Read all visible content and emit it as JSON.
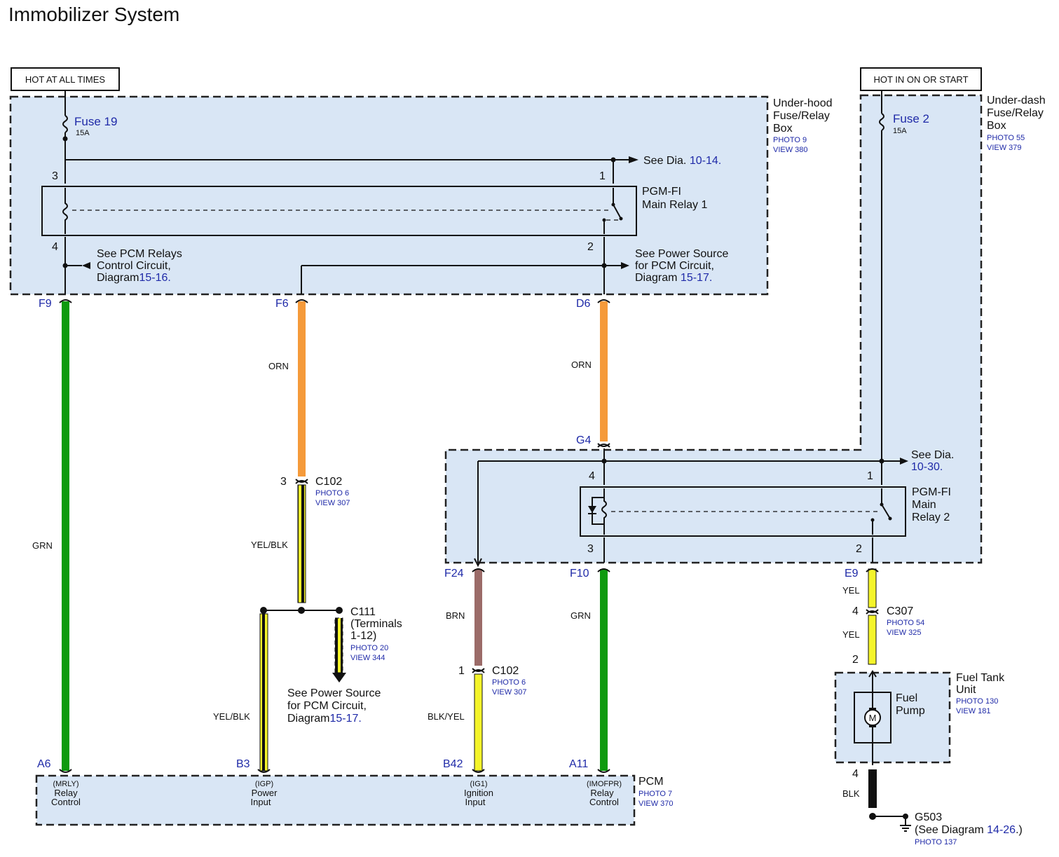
{
  "title": "Immobilizer System",
  "hot_labels": {
    "left": "HOT AT ALL TIMES",
    "right": "HOT IN ON OR START"
  },
  "underhood": {
    "name_lines": [
      "Under-hood",
      "Fuse/Relay",
      "Box"
    ],
    "photo": "PHOTO 9",
    "view": "VIEW 380",
    "fuse_name": "Fuse 19",
    "fuse_rating": "15A",
    "see_dia_prefix": "See Dia.",
    "see_dia_ref": "10-14",
    "relay_lines": [
      "PGM-FI",
      "Main Relay 1"
    ],
    "pins": {
      "p3": "3",
      "p1": "1",
      "p4": "4",
      "p2": "2"
    },
    "note_pcm_relays": [
      "See PCM Relays",
      "Control Circuit,",
      "Diagram"
    ],
    "note_pcm_relays_ref": "15-16",
    "note_power": [
      "See Power Source",
      "for PCM Circuit,",
      "Diagram"
    ],
    "note_power_ref": "15-17"
  },
  "underdash": {
    "name_lines": [
      "Under-dash",
      "Fuse/Relay",
      "Box"
    ],
    "photo": "PHOTO 55",
    "view": "VIEW 379",
    "fuse_name": "Fuse 2",
    "fuse_rating": "15A",
    "see_dia_prefix": "See Dia.",
    "see_dia_ref": "10-30",
    "relay_lines": [
      "PGM-FI",
      "Main",
      "Relay 2"
    ],
    "pins": {
      "p4": "4",
      "p1": "1",
      "p3": "3",
      "p2": "2"
    }
  },
  "terminals": {
    "F9": "F9",
    "F6": "F6",
    "D6": "D6",
    "G4": "G4",
    "F24": "F24",
    "F10": "F10",
    "E9": "E9",
    "A6": "A6",
    "B3": "B3",
    "B42": "B42",
    "A11": "A11"
  },
  "wire_colors": {
    "grn": "GRN",
    "orn": "ORN",
    "yelblk": "YEL/BLK",
    "brn": "BRN",
    "blkyel": "BLK/YEL",
    "yel": "YEL",
    "blk": "BLK"
  },
  "colors": {
    "green": "#0e9a0e",
    "orange": "#f59a3a",
    "brown": "#9b6b68",
    "yellow": "#f4f42a",
    "black": "#111111",
    "box_fill": "#d9e6f5",
    "ref_blue": "#1f2aa8"
  },
  "c102_a": {
    "pin": "3",
    "name": "C102",
    "photo": "PHOTO 6",
    "view": "VIEW 307"
  },
  "c102_b": {
    "pin": "1",
    "name": "C102",
    "photo": "PHOTO 6",
    "view": "VIEW 307"
  },
  "c111": {
    "name": "C111",
    "lines": [
      "(Terminals",
      "1-12)"
    ],
    "photo": "PHOTO 20",
    "view": "VIEW 344",
    "note": [
      "See Power Source",
      "for PCM Circuit,",
      "Diagram"
    ],
    "note_ref": "15-17"
  },
  "c307": {
    "pin_top": "4",
    "pin_bottom": "2",
    "name": "C307",
    "photo": "PHOTO 54",
    "view": "VIEW 325"
  },
  "fuel_tank": {
    "name_lines": [
      "Fuel Tank",
      "Unit"
    ],
    "photo": "PHOTO 130",
    "view": "VIEW 181",
    "pump_lines": [
      "Fuel",
      "Pump"
    ],
    "motor": "M",
    "pin": "4"
  },
  "g503": {
    "name": "G503",
    "see_prefix": "(See Diagram",
    "see_ref": "14-26",
    "see_suffix": ".)",
    "photo": "PHOTO 137"
  },
  "pcm": {
    "name": "PCM",
    "photo": "PHOTO 7",
    "view": "VIEW 370",
    "pins": [
      {
        "code": "(MRLY)",
        "l1": "Relay",
        "l2": "Control"
      },
      {
        "code": "(IGP)",
        "l1": "Power",
        "l2": "Input"
      },
      {
        "code": "(IG1)",
        "l1": "Ignition",
        "l2": "Input"
      },
      {
        "code": "(IMOFPR)",
        "l1": "Relay",
        "l2": "Control"
      }
    ]
  }
}
